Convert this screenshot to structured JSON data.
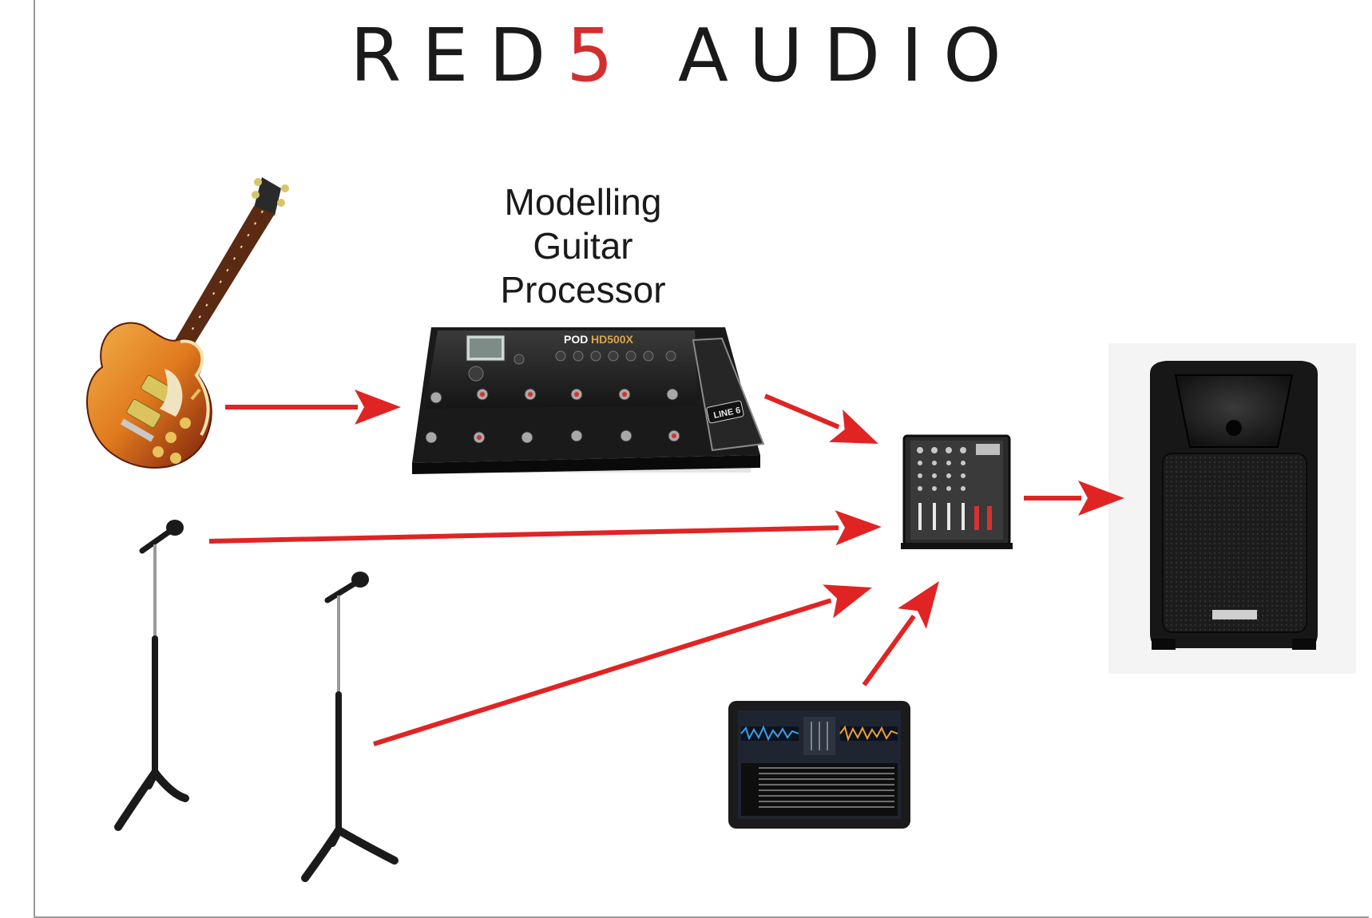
{
  "brand": {
    "part1": "RED",
    "part2": "5",
    "part3": " AUDIO",
    "accent_color": "#d22f2f"
  },
  "processor_label": {
    "line1": "Modelling",
    "line2": "Guitar",
    "line3": "Processor"
  },
  "arrow_color": "#e02424",
  "nodes": [
    {
      "id": "guitar",
      "icon": "electric-guitar-icon"
    },
    {
      "id": "processor",
      "icon": "guitar-multi-effects-processor-icon",
      "brand_text": "POD",
      "model_text": "HD500X",
      "maker_text": "LINE 6"
    },
    {
      "id": "microphone-1",
      "icon": "microphone-stand-icon"
    },
    {
      "id": "microphone-2",
      "icon": "microphone-stand-icon"
    },
    {
      "id": "mixer",
      "icon": "powered-mixer-icon"
    },
    {
      "id": "tablet",
      "icon": "tablet-dj-software-icon"
    },
    {
      "id": "speaker",
      "icon": "pa-speaker-icon"
    }
  ],
  "connections": [
    {
      "from": "guitar",
      "to": "processor"
    },
    {
      "from": "processor",
      "to": "mixer"
    },
    {
      "from": "microphone-1",
      "to": "mixer"
    },
    {
      "from": "microphone-2",
      "to": "mixer"
    },
    {
      "from": "tablet",
      "to": "mixer"
    },
    {
      "from": "mixer",
      "to": "speaker"
    }
  ]
}
